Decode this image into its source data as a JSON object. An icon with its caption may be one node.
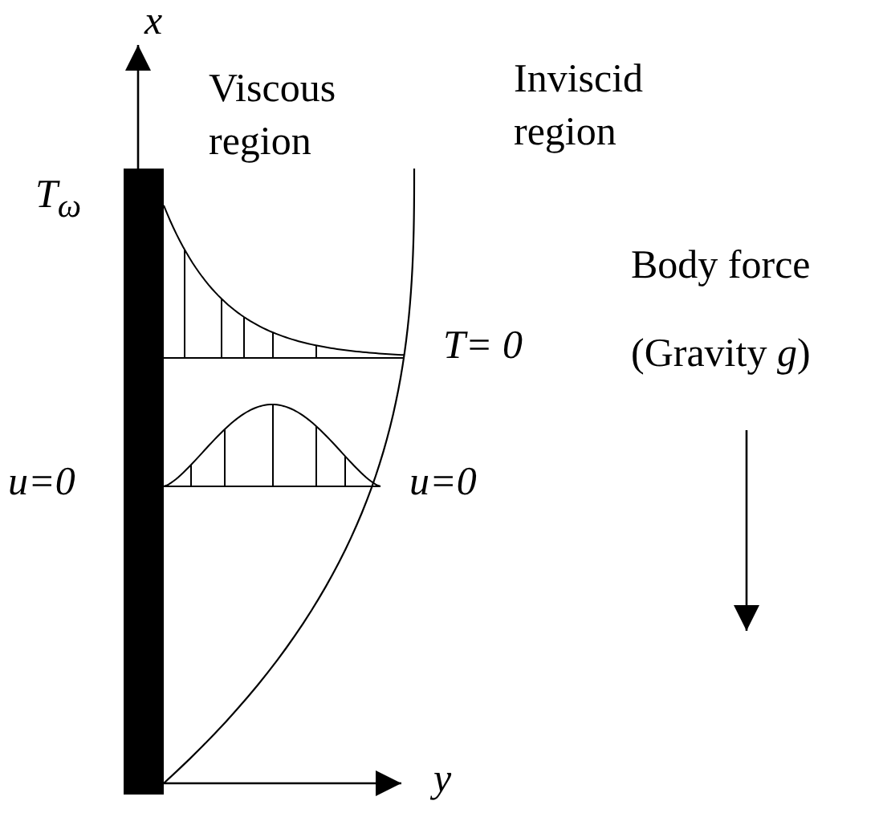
{
  "diagram": {
    "nodes": [
      {
        "text": [],
        "shape": "bar"
      }
    ],
    "labels": [
      "x",
      "Viscous region",
      "Inviscid region",
      "T$_{ω}$",
      "Body force",
      "T= 0",
      "(Gravity *g*)",
      "u=0",
      "u=0",
      "y"
    ]
  }
}
